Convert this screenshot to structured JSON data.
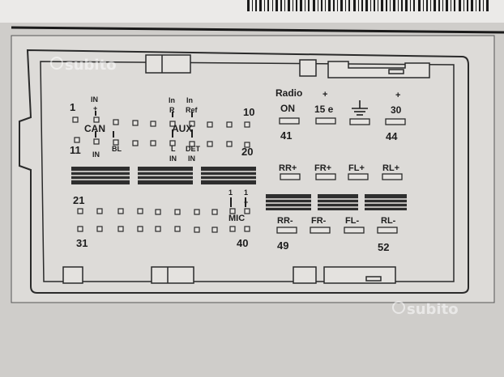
{
  "connector": {
    "pin_numbers": {
      "p1": "1",
      "p10": "10",
      "p11": "11",
      "p20": "20",
      "p21": "21",
      "p31": "31",
      "p40": "40",
      "p41": "41",
      "p44": "44",
      "p49": "49",
      "p52": "52"
    },
    "labels": {
      "can_in_top": "IN",
      "can_plus": "+",
      "can": "CAN",
      "can_in_bottom": "IN",
      "can_bl": "BL",
      "aux_in_r_top": "In",
      "aux_r": "R",
      "aux_in_ref_top": "In",
      "aux_ref": "Ref",
      "aux": "AUX",
      "aux_l": "L",
      "aux_det": "DET",
      "aux_in_l": "IN",
      "aux_in_det": "IN",
      "mic_1a": "1",
      "mic_1b": "1",
      "mic_plus": "+",
      "mic": "MIC",
      "radio": "Radio",
      "on": "ON",
      "plus_15e": "+",
      "fifteen_e": "15 e",
      "plus_30": "+",
      "thirty": "30",
      "rr_plus": "RR+",
      "fr_plus": "FR+",
      "fl_plus": "FL+",
      "rl_plus": "RL+",
      "rr_minus": "RR-",
      "fr_minus": "FR-",
      "fl_minus": "FL-",
      "rl_minus": "RL-"
    }
  },
  "watermark": {
    "text": "subito"
  },
  "colors": {
    "panel": "#dbd9d6",
    "line": "#2a2a2a",
    "paper": "#e9e8e6"
  }
}
